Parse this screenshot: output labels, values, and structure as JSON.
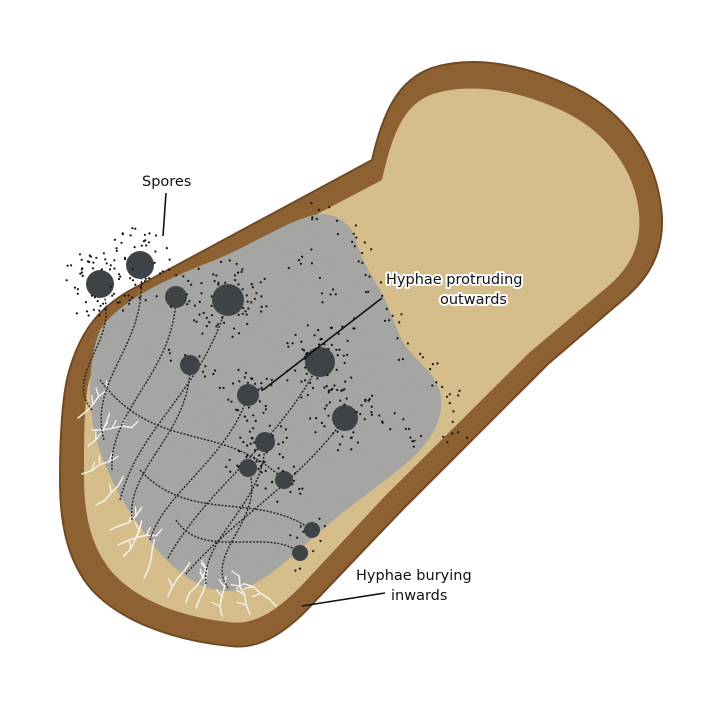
{
  "labels": {
    "spores": "Spores",
    "protruding_line1": "Hyphae protruding",
    "protruding_line2": "outwards",
    "burying_line1": "Hyphae burying",
    "burying_line2": "inwards"
  },
  "colors": {
    "crust": "#8e6132",
    "crust_edge": "#6f4a24",
    "crumb": "#d9c08c",
    "mold": "#a7a7a4",
    "sporangium": "#3e4347",
    "hyphae_dark": "#222222",
    "hyphae_light": "#f5f2ea",
    "leader_line": "#111111"
  }
}
